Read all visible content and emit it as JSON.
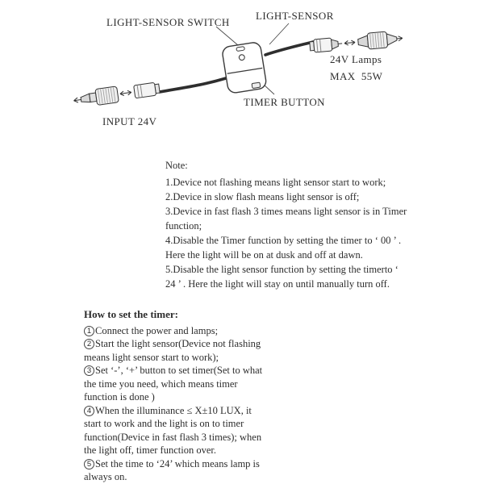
{
  "page": {
    "background": "#ffffff",
    "text_color": "#2f2f2f"
  },
  "diagram": {
    "labels": {
      "light_sensor_switch": "LIGHT-SENSOR SWITCH",
      "light_sensor": "LIGHT-SENSOR",
      "timer_button": "TIMER BUTTON",
      "input_24v": "INPUT 24V",
      "lamps_line1": "24V Lamps",
      "lamps_line2": "MAX  55W"
    },
    "icons": {
      "device": "timer-device-body",
      "left_connector": "dc-plug-pair-input",
      "right_connector": "dc-plug-pair-lamps",
      "arrows": "plug-direction-arrows"
    }
  },
  "note": {
    "title": "Note:",
    "items": [
      "1.Device not flashing means light sensor start to work;",
      "2.Device in slow flash means light sensor is off;",
      "3.Device in fast flash 3 times means light sensor is in Timer function;",
      "4.Disable the Timer function by setting the timer to ‘ 00 ’ . Here the light will be on at dusk and off at dawn.",
      "5.Disable the light sensor function by setting the timerto ‘ 24 ’ . Here the light will stay on until manually turn off."
    ]
  },
  "howto": {
    "title": "How to set the timer:",
    "items": [
      {
        "num": "1",
        "text": "Connect the power and lamps;"
      },
      {
        "num": "2",
        "text": "Start the light sensor(Device not flashing means light sensor start to work);"
      },
      {
        "num": "3",
        "text": "Set ‘-’, ‘+’ button to set timer(Set to what the time you need, which means timer function is done )"
      },
      {
        "num": "4",
        "text": "When the illuminance ≤ X±10 LUX, it start to work and the light is on to timer function(Device in fast flash 3 times); when the light off, timer function over."
      },
      {
        "num": "5",
        "text": "Set the time to ‘24’  which means lamp is always on."
      }
    ]
  }
}
